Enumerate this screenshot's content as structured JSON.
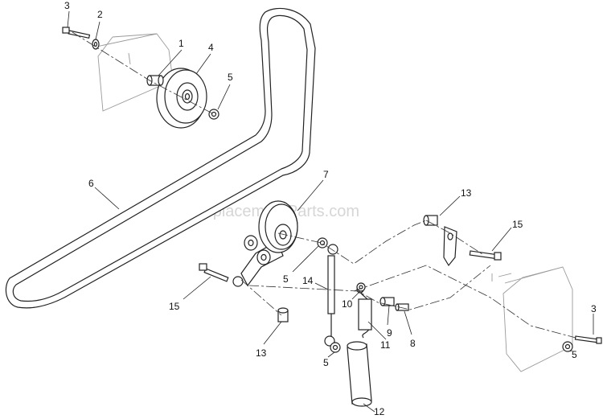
{
  "watermark": "eReplacementParts.com",
  "callouts": [
    {
      "id": "c1",
      "text": "1"
    },
    {
      "id": "c2",
      "text": "2"
    },
    {
      "id": "c3a",
      "text": "3"
    },
    {
      "id": "c4",
      "text": "4"
    },
    {
      "id": "c5a",
      "text": "5"
    },
    {
      "id": "c6",
      "text": "6"
    },
    {
      "id": "c7",
      "text": "7"
    },
    {
      "id": "c13a",
      "text": "13"
    },
    {
      "id": "c15a",
      "text": "15"
    },
    {
      "id": "c5b",
      "text": "5"
    },
    {
      "id": "c14",
      "text": "14"
    },
    {
      "id": "c15b",
      "text": "15"
    },
    {
      "id": "c10",
      "text": "10"
    },
    {
      "id": "c9",
      "text": "9"
    },
    {
      "id": "c8",
      "text": "8"
    },
    {
      "id": "c3b",
      "text": "3"
    },
    {
      "id": "c13b",
      "text": "13"
    },
    {
      "id": "c5c",
      "text": "5"
    },
    {
      "id": "c11",
      "text": "11"
    },
    {
      "id": "c5d",
      "text": "5"
    },
    {
      "id": "c12",
      "text": "12"
    }
  ]
}
